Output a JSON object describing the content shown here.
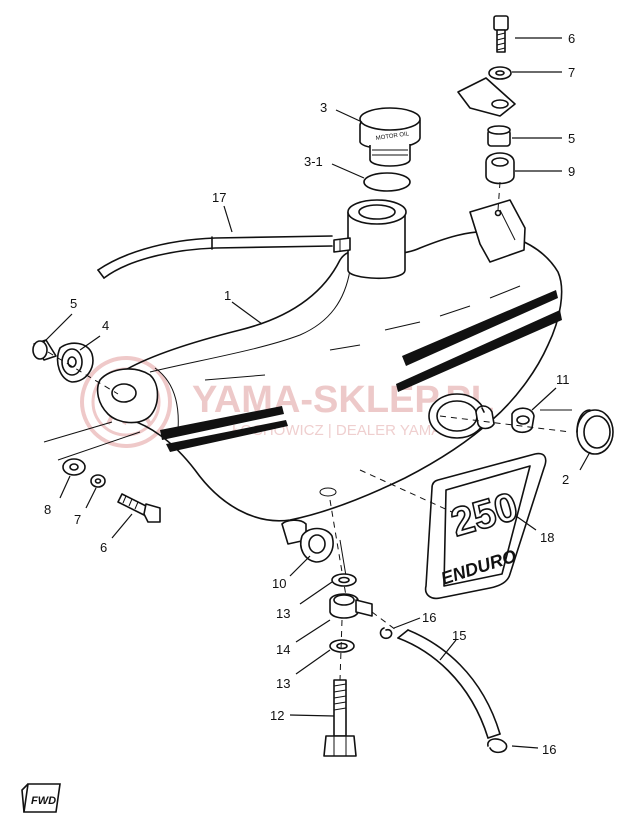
{
  "watermark": {
    "name": "YAMA-SKLEP.PL",
    "tagline": "ŁOCHOWICZ | DEALER YAMAHA"
  },
  "cap_text": "MOTOR OIL",
  "emblem": {
    "number": "250",
    "word": "ENDURO"
  },
  "fwd_mark": "FWD",
  "callouts": {
    "c1": "1",
    "c2": "2",
    "c3": "3",
    "c3_1": "3-1",
    "c4": "4",
    "c5_top": "5",
    "c5_left": "5",
    "c6_top": "6",
    "c6_low": "6",
    "c7_top": "7",
    "c7_low": "7",
    "c8": "8",
    "c9": "9",
    "c10": "10",
    "c11": "11",
    "c12": "12",
    "c13_a": "13",
    "c13_b": "13",
    "c14": "14",
    "c15": "15",
    "c16_a": "16",
    "c16_b": "16",
    "c17": "17",
    "c18": "18"
  }
}
